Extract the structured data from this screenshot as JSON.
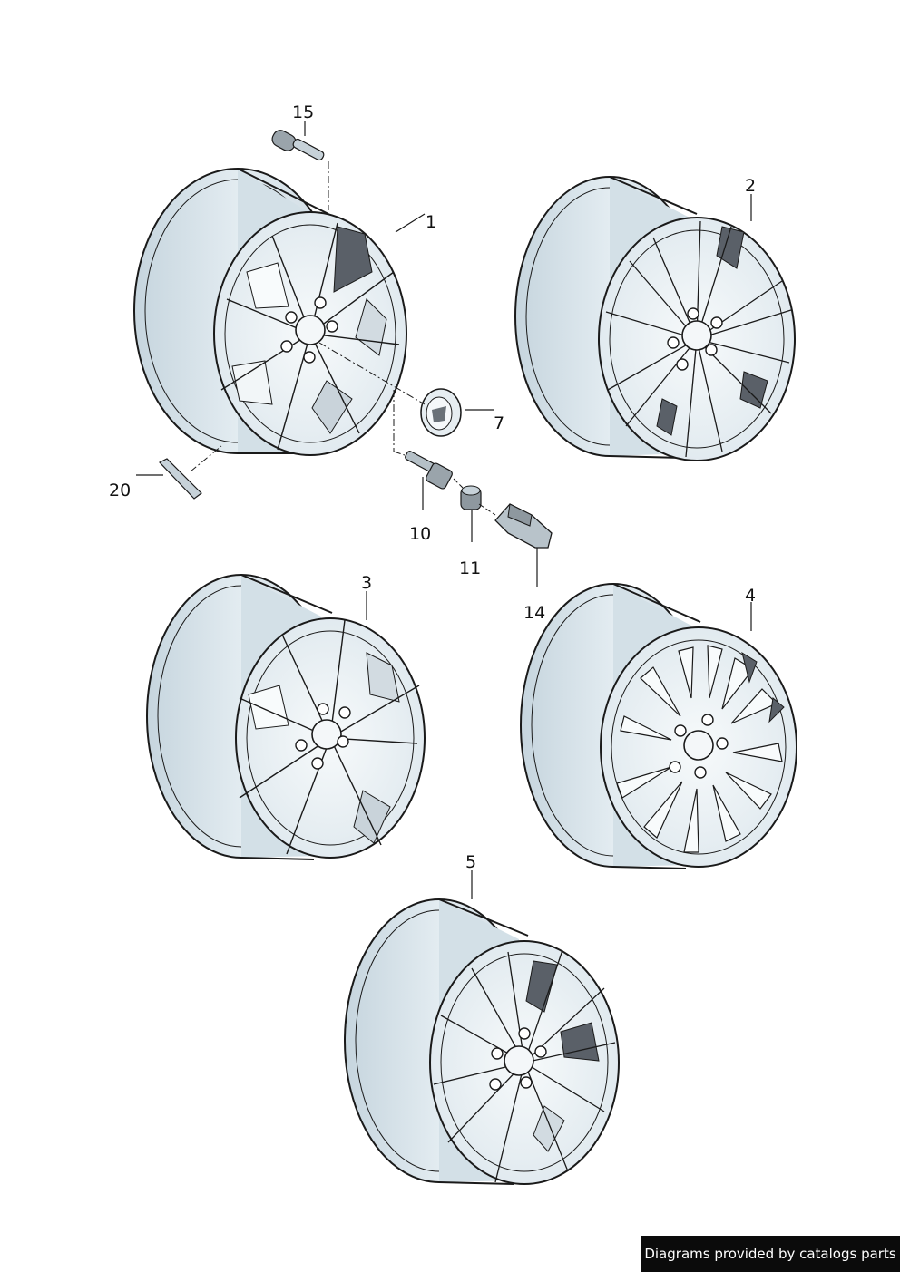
{
  "callouts": {
    "c1": "1",
    "c2": "2",
    "c3": "3",
    "c4": "4",
    "c5": "5",
    "c7": "7",
    "c10": "10",
    "c11": "11",
    "c14": "14",
    "c15": "15",
    "c20": "20"
  },
  "credit": "Diagrams provided by catalogs parts",
  "colors": {
    "rim_fill": "#dfe9ef",
    "rim_shade": "#c3d2dc",
    "face_light": "#f3f7f9",
    "dark_pocket": "#5a6068",
    "line": "#1a1a1a",
    "credit_bg": "#0b0b0b"
  }
}
